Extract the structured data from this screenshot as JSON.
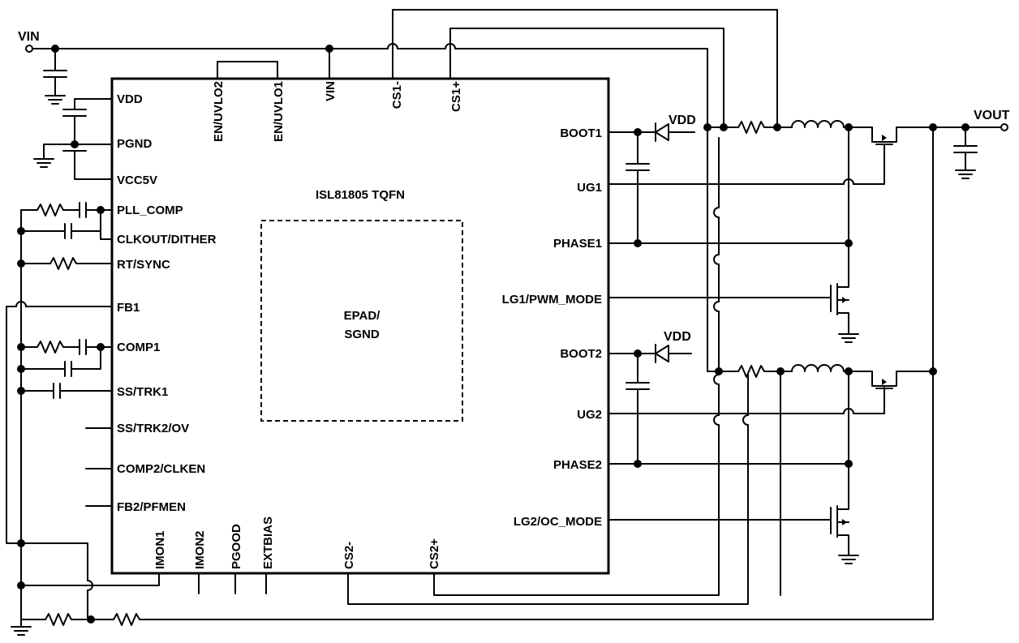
{
  "chip": {
    "name": "ISL81805 TQFN",
    "epad_line1": "EPAD/",
    "epad_line2": "SGND"
  },
  "nets": {
    "vin": "VIN",
    "vout": "VOUT",
    "vdd_top": "VDD",
    "vdd_mid": "VDD"
  },
  "pins": {
    "left": [
      "VDD",
      "PGND",
      "VCC5V",
      "PLL_COMP",
      "CLKOUT/DITHER",
      "RT/SYNC",
      "FB1",
      "COMP1",
      "SS/TRK1",
      "SS/TRK2/OV",
      "COMP2/CLKEN",
      "FB2/PFMEN"
    ],
    "top": [
      "EN/UVLO2",
      "EN/UVLO1",
      "VIN",
      "CS1-",
      "CS1+"
    ],
    "right": [
      "BOOT1",
      "UG1",
      "PHASE1",
      "LG1/PWM_MODE",
      "BOOT2",
      "UG2",
      "PHASE2",
      "LG2/OC_MODE"
    ],
    "bottom": [
      "IMON1",
      "IMON2",
      "PGOOD",
      "EXTBIAS",
      "CS2-",
      "CS2+"
    ]
  }
}
